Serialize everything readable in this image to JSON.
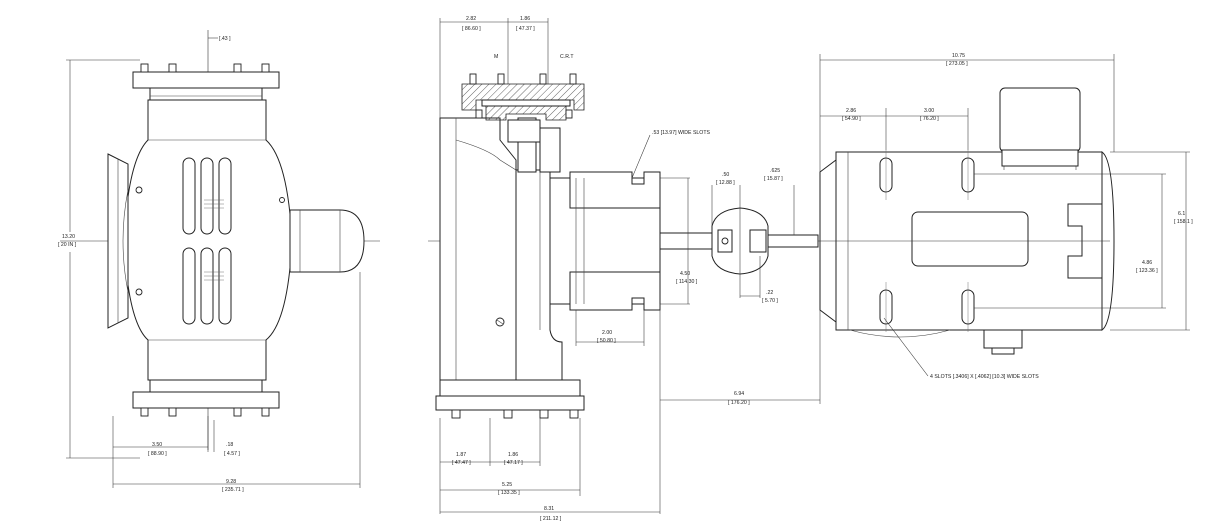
{
  "front_view": {
    "dims": {
      "top_offset": "[.43 ]",
      "height_in": "13.20",
      "height_mm": "[ 20 IN ]",
      "base_left_in": "3.50",
      "base_left_mm": "[ 88.90 ]",
      "base_gap_in": ".18",
      "base_gap_mm": "[ 4.57 ]",
      "width_in": "9.28",
      "width_mm": "[ 235.71 ]"
    }
  },
  "side_view": {
    "dims": {
      "top_a_in": "2.82",
      "top_a_mm": "[ 86.60 ]",
      "top_b_in": "1.86",
      "top_b_mm": "[ 47.37 ]",
      "label_m": "M",
      "label_c": "C.R.T",
      "slots": ".53 [13.97] WIDE SLOTS",
      "shaft_a_in": ".50",
      "shaft_a_mm": "[ 12.88 ]",
      "shaft_b_in": ".625",
      "shaft_b_mm": "[ 15.87 ]",
      "flange_in": "4.50",
      "flange_mm": "[ 114.30 ]",
      "key_in": ".22",
      "key_mm": "[ 5.70 ]",
      "bolt_sp_in": "2.00",
      "bolt_sp_mm": "[ 50.80 ]",
      "coupling_in": "6.94",
      "coupling_mm": "[ 176.20 ]",
      "base_a_in": "1.87",
      "base_a_mm": "[ 47.47 ]",
      "base_b_in": "1.86",
      "base_b_mm": "[ 47.17 ]",
      "base_c_in": "5.25",
      "base_c_mm": "[ 133.35 ]",
      "overall_in": "8.31",
      "overall_mm": "[ 211.12 ]"
    }
  },
  "motor_view": {
    "dims": {
      "length_in": "10.75",
      "length_mm": "[ 273.05 ]",
      "foot_a_in": "2.86",
      "foot_a_mm": "[ 54.90 ]",
      "foot_b_in": "3.00",
      "foot_b_mm": "[ 76.20 ]",
      "height_in": "6.1",
      "height_mm": "[ 158.1 ]",
      "center_in": "4.86",
      "center_mm": "[ 123.36 ]",
      "slots": "4 SLOTS [.3406] X [.4062] [10.3] WIDE SLOTS"
    }
  }
}
